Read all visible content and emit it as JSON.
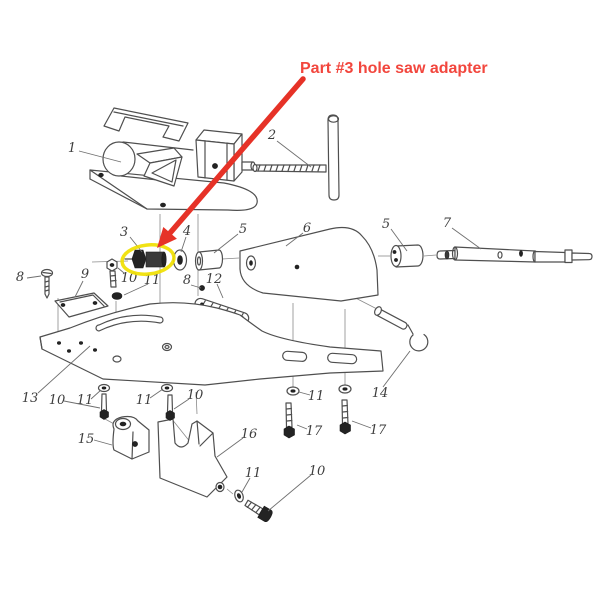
{
  "annotation": {
    "text": "Part #3 hole saw adapter",
    "text_color": "#f2463d",
    "arrow_color": "#e63227",
    "highlight_color": "#f0df00"
  },
  "diagram": {
    "line_color": "#4f4f4f",
    "background": "#ffffff"
  },
  "callouts": [
    {
      "text": "1"
    },
    {
      "text": "2"
    },
    {
      "text": "3"
    },
    {
      "text": "4"
    },
    {
      "text": "5"
    },
    {
      "text": "6"
    },
    {
      "text": "5"
    },
    {
      "text": "7"
    },
    {
      "text": "8"
    },
    {
      "text": "9"
    },
    {
      "text": "10"
    },
    {
      "text": "11"
    },
    {
      "text": "8"
    },
    {
      "text": "12"
    },
    {
      "text": "13"
    },
    {
      "text": "10"
    },
    {
      "text": "11"
    },
    {
      "text": "11"
    },
    {
      "text": "10"
    },
    {
      "text": "11"
    },
    {
      "text": "14"
    },
    {
      "text": "17"
    },
    {
      "text": "17"
    },
    {
      "text": "15"
    },
    {
      "text": "16"
    },
    {
      "text": "11"
    },
    {
      "text": "10"
    }
  ]
}
